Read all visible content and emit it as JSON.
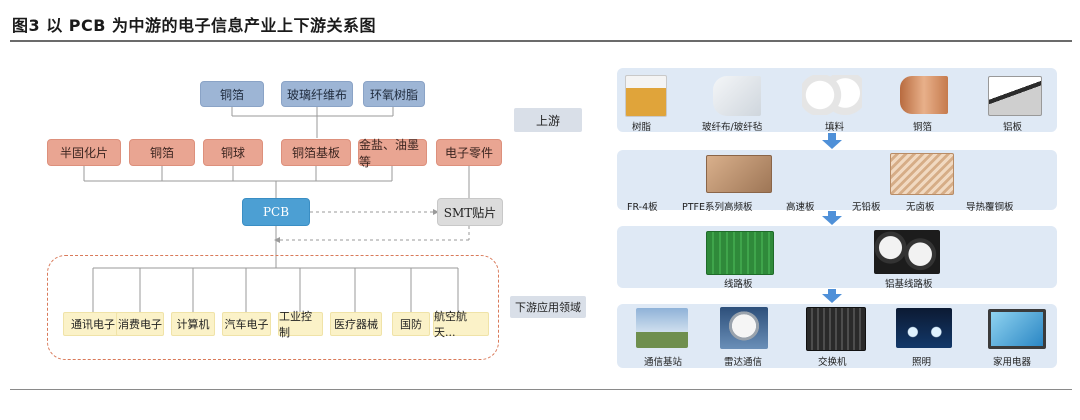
{
  "title": "图3 以 PCB 为中游的电子信息产业上下游关系图",
  "left_diagram": {
    "top_row": [
      "铜箔",
      "玻璃纤维布",
      "环氧树脂"
    ],
    "second_row": [
      "半固化片",
      "铜箔",
      "铜球",
      "铜箔基板",
      "金盐、油墨等",
      "电子零件"
    ],
    "pcb": "PCB",
    "smt": "SMT贴片",
    "applications": [
      "通讯电子",
      "消费电子",
      "计算机",
      "汽车电子",
      "工业控制",
      "医疗器械",
      "国防",
      "航空航天..."
    ]
  },
  "stage_labels": {
    "upstream": "上游",
    "downstream": "下游应用领域"
  },
  "right_panel": {
    "band1": [
      "树脂",
      "玻纤布/玻纤毡",
      "填料",
      "铜箔",
      "铝板"
    ],
    "band2": [
      "FR-4板",
      "PTFE系列高频板",
      "高速板",
      "无铅板",
      "无卤板",
      "导热覆铜板"
    ],
    "band3": [
      "线路板",
      "铝基线路板"
    ],
    "band4": [
      "通信基站",
      "雷达通信",
      "交换机",
      "照明",
      "家用电器"
    ]
  },
  "colors": {
    "blue_box": "#9db5d5",
    "salmon_box": "#e9a592",
    "pcb_box": "#4c9fd3",
    "app_box": "#fbf2c8",
    "band": "#dfe9f5",
    "arrow": "#4f90d8"
  }
}
